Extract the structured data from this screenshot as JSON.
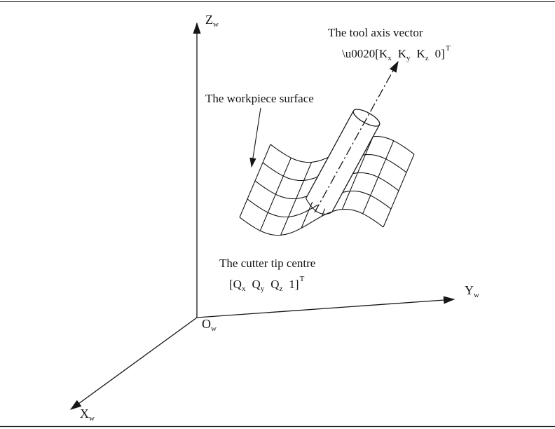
{
  "labels": {
    "tool_axis_caption": "The tool axis vector",
    "workpiece_caption": "The workpiece surface",
    "cutter_caption": "The cutter tip centre"
  },
  "tool_vector": {
    "t0": "[K",
    "s0": "x",
    "t1": "K",
    "s1": "y",
    "t2": "K",
    "s2": "z",
    "t3": "0]",
    "sup": "T"
  },
  "cutter_vector": {
    "t0": "[Q",
    "s0": "x",
    "t1": "Q",
    "s1": "y",
    "t2": "Q",
    "s2": "z",
    "t3": "1]",
    "sup": "T"
  },
  "axes": {
    "z": {
      "main": "Z",
      "sub": "w"
    },
    "y": {
      "main": "Y",
      "sub": "w"
    },
    "x": {
      "main": "X",
      "sub": "w"
    },
    "origin": {
      "main": "O",
      "sub": "w"
    }
  }
}
